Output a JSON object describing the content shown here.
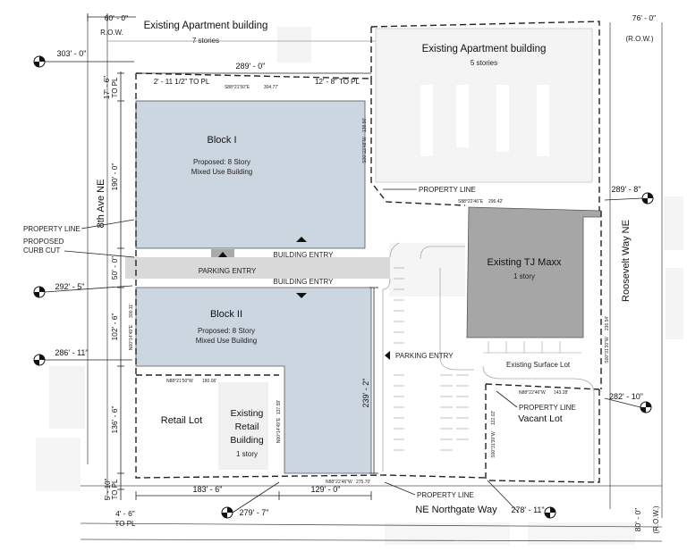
{
  "buildings": {
    "apt_nw": {
      "name": "Existing Apartment building",
      "stories": "7 stories"
    },
    "apt_ne": {
      "name": "Existing Apartment building",
      "stories": "5 stories"
    },
    "block1": {
      "name": "Block I",
      "desc1": "Proposed: 8 Story",
      "desc2": "Mixed Use Building"
    },
    "block2": {
      "name": "Block II",
      "desc1": "Proposed: 8 Story",
      "desc2": "Mixed Use Building"
    },
    "tjmaxx": {
      "name": "Existing TJ Maxx",
      "stories": "1 story"
    },
    "retail_lot": "Retail Lot",
    "retail_bldg": {
      "l1": "Existing",
      "l2": "Retail",
      "l3": "Building",
      "stories": "1 story"
    },
    "vacant_lot": "Vacant Lot",
    "surface_lot": "Existing Surface Lot"
  },
  "streets": {
    "west": "8th Ave NE",
    "east": "Roosevelt Way NE",
    "south": "NE Northgate Way"
  },
  "labels": {
    "property_line": "PROPERTY LINE",
    "proposed_curb_cut_1": "PROPOSED",
    "proposed_curb_cut_2": "CURB CUT",
    "parking_entry": "PARKING ENTRY",
    "building_entry": "BUILDING ENTRY",
    "row": "R.O.W.",
    "row_paren": "(R.O.W.)",
    "to_pl": "TO PL"
  },
  "dimensions": {
    "row_w_top": "60' - 0\"",
    "row_e_top": "76' - 0\"",
    "north_len": "289' - 0\"",
    "setback_w": "2' - 11 1/2\" TO PL",
    "setback_e": "12' - 8\" TO PL",
    "west_a": "17' - 6\"",
    "west_b": "190' - 0\"",
    "west_c": "50' - 0\"",
    "west_d": "102' - 6\"",
    "west_e": "136' - 6\"",
    "west_f": "5' - 10\"",
    "south_a": "183' - 6\"",
    "south_b": "129' - 0\"",
    "sw_setback": "4' - 6\"",
    "block2_height": "239' - 2\"",
    "row_south": "80' - 0\"",
    "elev_303": "303' - 0\"",
    "elev_292": "292' - 5\"",
    "elev_286": "286' - 11\"",
    "elev_289": "289' - 8\"",
    "elev_282": "282' - 10\"",
    "elev_279": "279' - 7\"",
    "elev_278": "278' - 11\""
  },
  "bearings": {
    "north": "S88°21'50\"E",
    "north_len": "304.77'",
    "tj_north": "S88°22'46\"E",
    "tj_north_len": "296.42'",
    "apt_east": "S00°22'48\"W",
    "apt_east_len": "138.56'",
    "block2_w": "N00°14'49\"E",
    "block2_w_len": "300.11'",
    "retail_n": "N88°21'50\"W",
    "retail_n_len": "180.06'",
    "retail_e": "N00°14'49\"E",
    "retail_e_len": "137.59'",
    "south": "N88°22'46\"W",
    "south_len": "275.70'",
    "vacant_n": "N88°22'46\"W",
    "vacant_n_len": "143.28'",
    "vacant_w": "S00°31'30\"W",
    "vacant_w_len": "122.02'",
    "east": "S00°31'30\"W",
    "east_len": "236.54'"
  },
  "colors": {
    "proposed_fill": "#ccd6e0",
    "tjmaxx_fill": "#a6a6a6",
    "road_band": "#d9d9d9",
    "apartment_fill": "#f4f4f4"
  }
}
